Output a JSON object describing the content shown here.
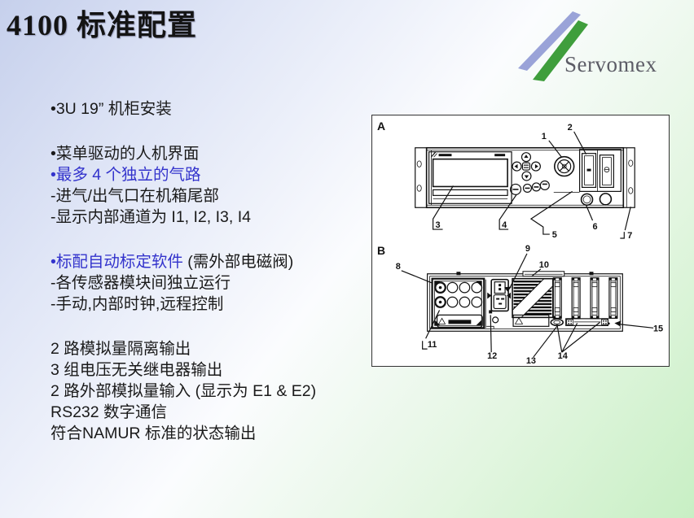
{
  "slide": {
    "title": "4100 标准配置"
  },
  "logo": {
    "brand": "Servomex",
    "stroke_blue": "#9aa3d8",
    "stroke_green": "#3f9e3c",
    "text_color": "#5c5c66"
  },
  "colors": {
    "body_text": "#1a1a1a",
    "accent_blue": "#3333cc",
    "bg_top_left": "#c6d0ec",
    "bg_bottom_right": "#c8efc4"
  },
  "content": {
    "groups": [
      {
        "lines": [
          [
            {
              "t": "•3U 19” 机柜安装",
              "c": "#1a1a1a"
            }
          ]
        ]
      },
      {
        "lines": [
          [
            {
              "t": "•菜单驱动的人机界面",
              "c": "#1a1a1a"
            }
          ],
          [
            {
              "t": "•最多 4 个独立的气路",
              "c": "#3333cc"
            }
          ],
          [
            {
              "t": "-进气/出气口在机箱尾部",
              "c": "#1a1a1a"
            }
          ],
          [
            {
              "t": "-显示内部通道为 I1, I2, I3, I4",
              "c": "#1a1a1a"
            }
          ]
        ]
      },
      {
        "lines": [
          [
            {
              "t": "•标配自动标定软件 ",
              "c": "#3333cc"
            },
            {
              "t": "(需外部电磁阀)",
              "c": "#1a1a1a"
            }
          ],
          [
            {
              "t": "-各传感器模块间独立运行",
              "c": "#1a1a1a"
            }
          ],
          [
            {
              "t": "-手动,内部时钟,远程控制",
              "c": "#1a1a1a"
            }
          ]
        ]
      },
      {
        "lines": [
          [
            {
              "t": "2 路模拟量隔离输出",
              "c": "#1a1a1a"
            }
          ],
          [
            {
              "t": "3 组电压无关继电器输出",
              "c": "#1a1a1a"
            }
          ],
          [
            {
              "t": "2 路外部模拟量输入 (显示为 E1 & E2)",
              "c": "#1a1a1a"
            }
          ],
          [
            {
              "t": "RS232 数字通信",
              "c": "#1a1a1a"
            }
          ],
          [
            {
              "t": "符合NAMUR 标准的状态输出",
              "c": "#1a1a1a"
            }
          ]
        ]
      }
    ]
  },
  "diagram": {
    "view_a_label": "A",
    "view_b_label": "B",
    "callouts": [
      "1",
      "2",
      "3",
      "4",
      "5",
      "6",
      "7",
      "8",
      "9",
      "10",
      "11",
      "12",
      "13",
      "14",
      "15"
    ]
  }
}
